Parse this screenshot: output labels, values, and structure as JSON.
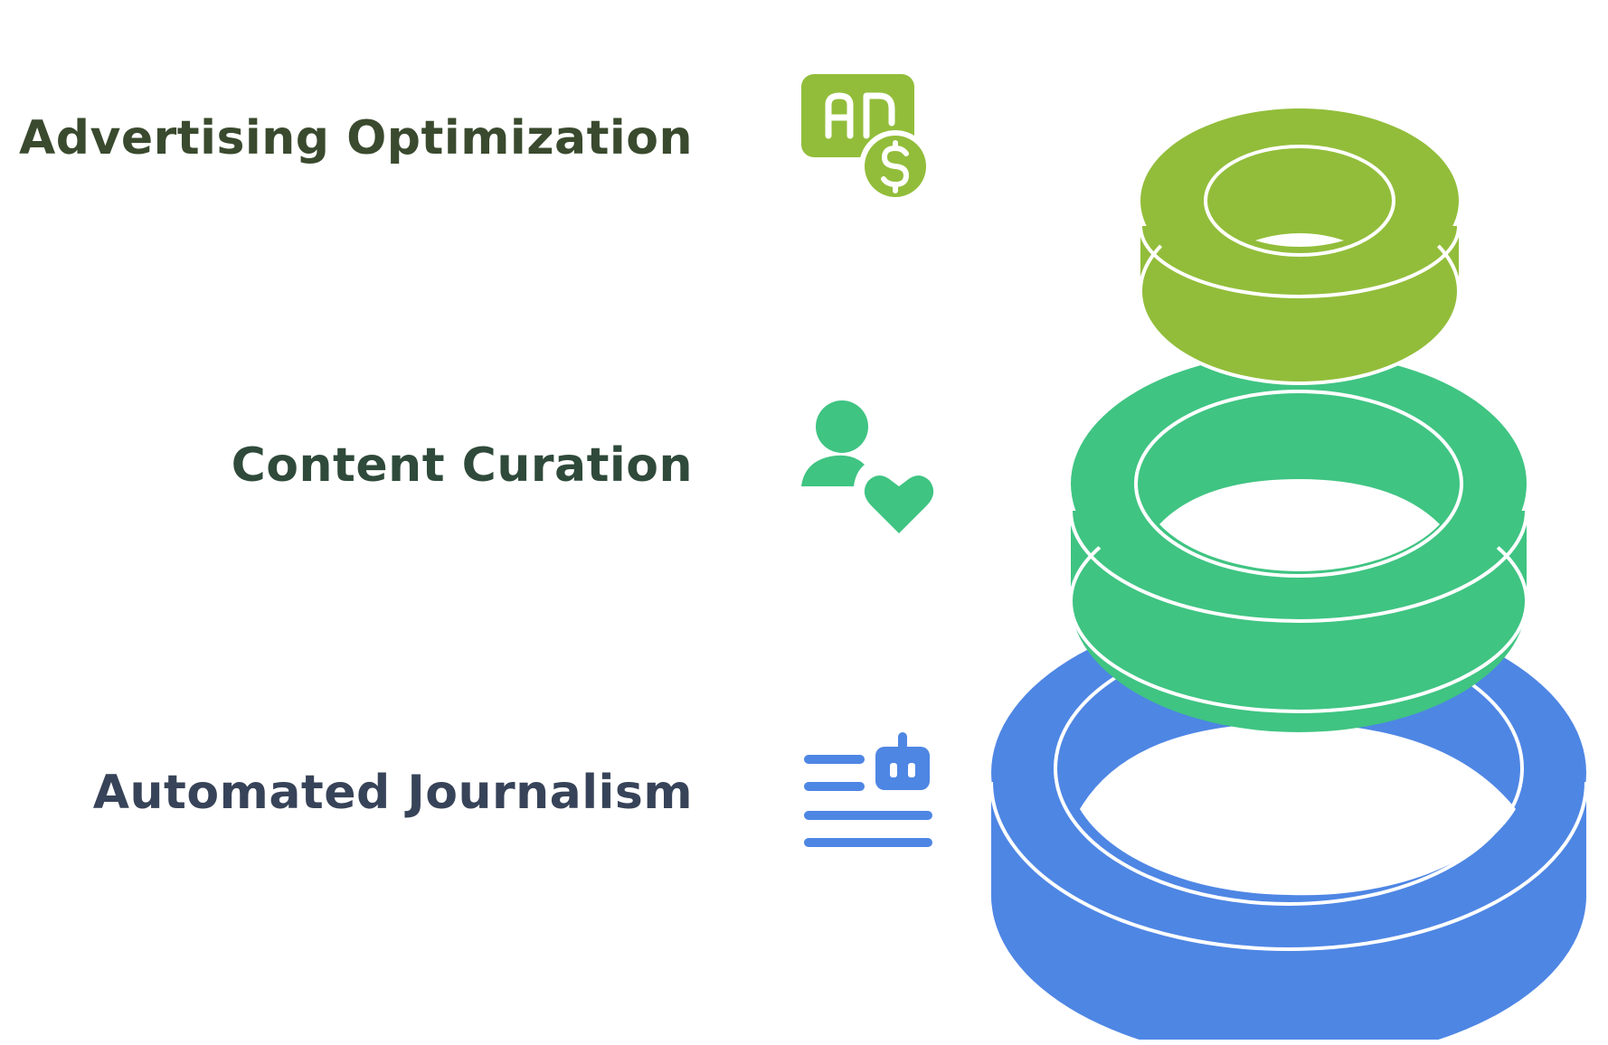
{
  "layers": [
    {
      "label": "Advertising Optimization",
      "icon": "ad-dollar-icon",
      "color": "#92bd3a",
      "text_color": "#3a4a2e"
    },
    {
      "label": "Content Curation",
      "icon": "user-heart-icon",
      "color": "#3fc482",
      "text_color": "#2f4a3a"
    },
    {
      "label": "Automated Journalism",
      "icon": "robot-article-icon",
      "color": "#4e86e4",
      "text_color": "#374358"
    }
  ]
}
